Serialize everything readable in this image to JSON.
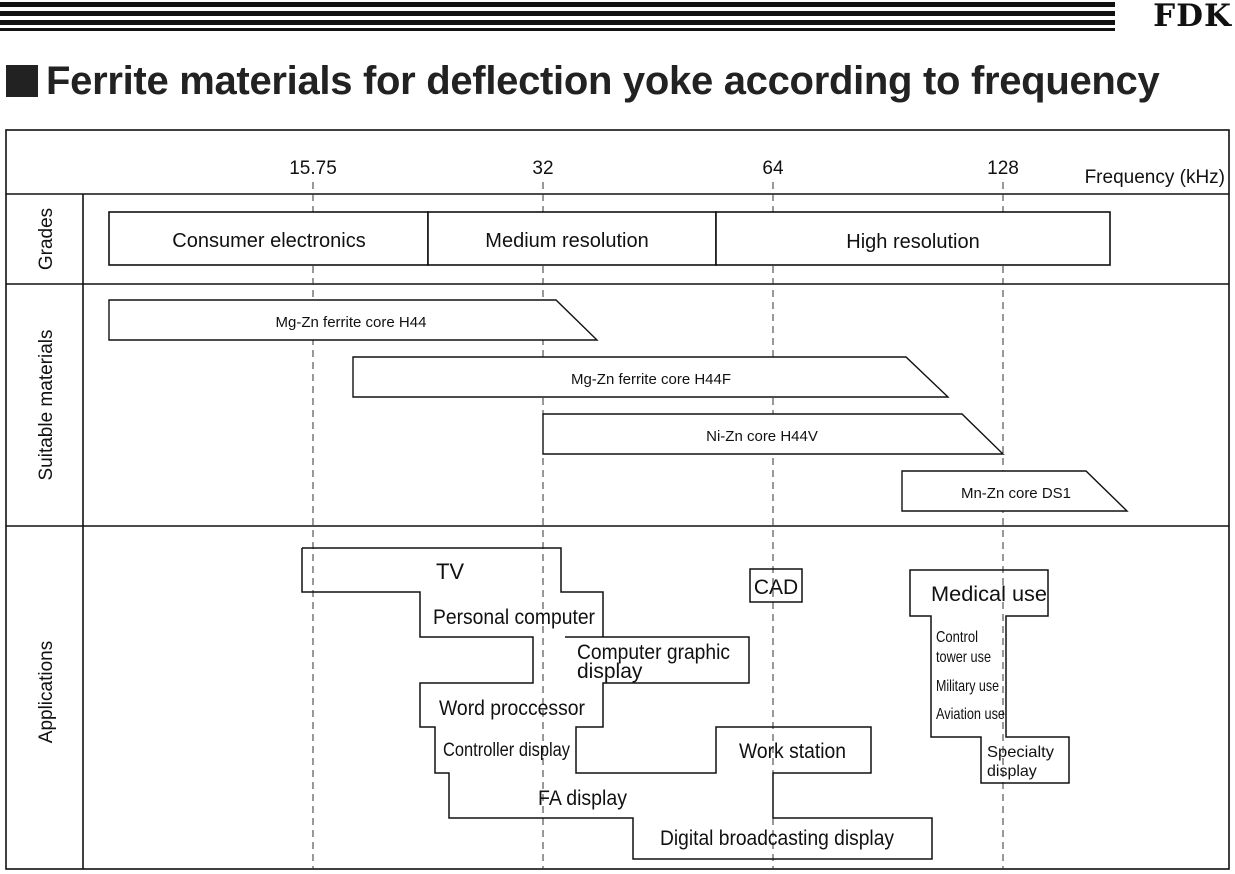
{
  "header": {
    "logo": "FDK",
    "title": "Ferrite materials for deflection yoke according to frequency"
  },
  "axis": {
    "ticks": [
      "15.75",
      "32",
      "64",
      "128"
    ],
    "label": "Frequency (kHz)"
  },
  "rows": {
    "grades": "Grades",
    "materials": "Suitable materials",
    "applications": "Applications"
  },
  "grades": [
    "Consumer electronics",
    "Medium resolution",
    "High resolution"
  ],
  "materials": [
    "Mg-Zn ferrite core H44",
    "Mg-Zn ferrite core H44F",
    "Ni-Zn core H44V",
    "Mn-Zn core DS1"
  ],
  "applications": {
    "tv": "TV",
    "personal_computer": "Personal computer",
    "cg_display_1": "Computer graphic",
    "cg_display_2": "display",
    "word_processor": "Word proccessor",
    "controller_display": "Controller display",
    "fa_display": "FA display",
    "digital_broadcasting": "Digital broadcasting display",
    "work_station": "Work station",
    "cad": "CAD",
    "medical_use": "Medical use",
    "control_tower_1": "Control",
    "control_tower_2": "tower use",
    "military_use": "Military use",
    "aviation_use": "Aviation use",
    "specialty_1": "Specialty",
    "specialty_2": "display"
  },
  "colors": {
    "line": "#111111",
    "background": "#ffffff"
  }
}
